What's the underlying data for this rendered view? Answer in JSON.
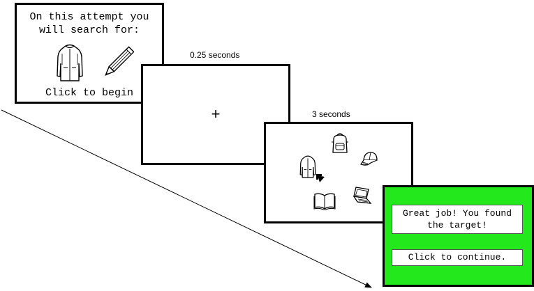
{
  "timeline": {
    "cue_screen": {
      "instruction": "On this attempt you\nwill search for:",
      "begin_prompt": "Click to begin",
      "items": [
        "coat-icon",
        "pencil-icon"
      ]
    },
    "fixation_screen": {
      "duration_label": "0.25 seconds",
      "symbol": "+"
    },
    "search_screen": {
      "duration_label": "3 seconds",
      "items": [
        "backpack-icon",
        "cap-icon",
        "coat-icon",
        "cursor-icon",
        "book-icon",
        "laptop-icon"
      ]
    },
    "feedback_screen": {
      "message": "Great job! You found\nthe target!",
      "continue_prompt": "Click to continue.",
      "background_color": "#22e81c"
    }
  }
}
